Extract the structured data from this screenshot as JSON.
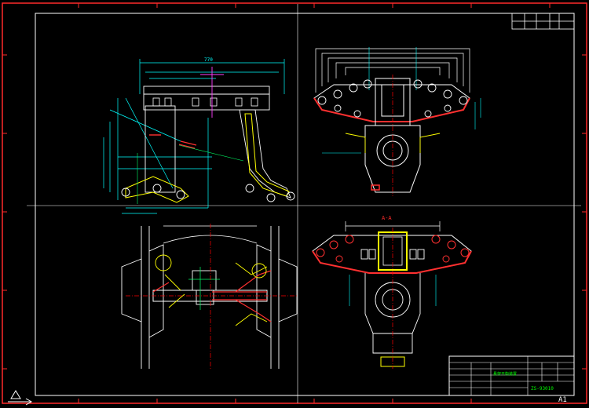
{
  "colors": {
    "background": "#000000",
    "border_outer": "#ff2a2a",
    "border_inner": "#ffffff",
    "outline": "#ffffff",
    "dimension": "#00ffff",
    "hatch": "#ff3030",
    "part": "#ffff00",
    "center_line": "#ff0000",
    "guide": "#00ff66",
    "magenta": "#ff40ff",
    "title_text": "#00ff00"
  },
  "views": {
    "top_left_dim": "770",
    "section_label": "A-A"
  },
  "title_block": {
    "drawing_name": "悬架平衡装置",
    "drawing_number": "ZS-93010",
    "sheet_size": "A1"
  },
  "icons": {
    "ucs": "ucs-arrow-icon"
  }
}
